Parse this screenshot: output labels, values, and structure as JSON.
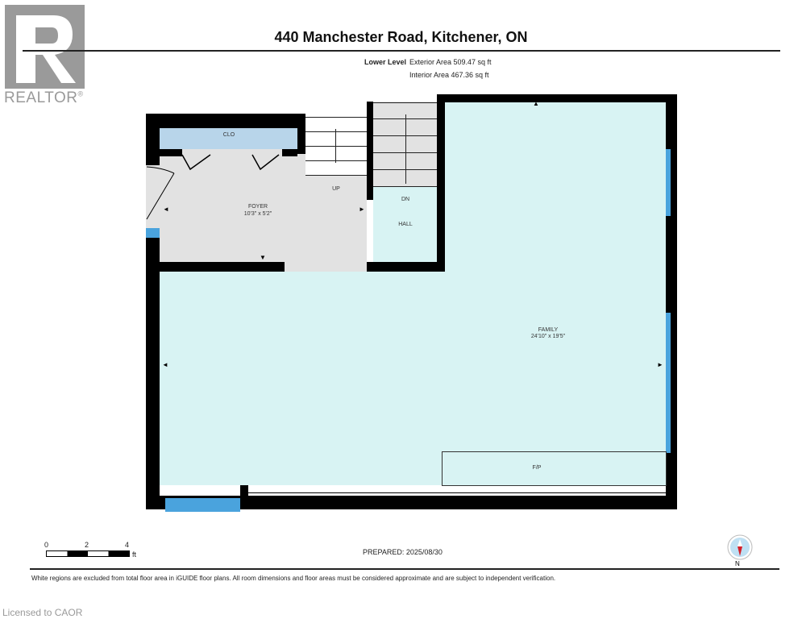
{
  "logo": {
    "text": "REALTOR",
    "mark": "®"
  },
  "title": "440 Manchester Road, Kitchener, ON",
  "level": {
    "name": "Lower Level",
    "exterior": "Exterior Area 509.47 sq ft",
    "interior": "Interior Area 467.36 sq ft"
  },
  "rooms": {
    "clo": "CLO",
    "foyer": {
      "name": "FOYER",
      "dims": "10'3\" x 5'2\""
    },
    "up": "UP",
    "dn": "DN",
    "hall": "HALL",
    "family": {
      "name": "FAMILY",
      "dims": "24'10\" x 19'5\""
    },
    "fp": "F/P"
  },
  "scale": {
    "t0": "0",
    "t2": "2",
    "t4": "4",
    "unit": "ft"
  },
  "prepared": "PREPARED: 2025/08/30",
  "compass": "N",
  "disclaimer": "White regions are excluded from total floor area in iGUIDE floor plans. All room dimensions and floor areas must be considered approximate and are subject to independent verification.",
  "license": "Licensed to CAOR",
  "colors": {
    "closet": "#b8d5ea",
    "foyer": "#e2e2e2",
    "family": "#d8f3f3",
    "window": "#4aa3dd"
  }
}
